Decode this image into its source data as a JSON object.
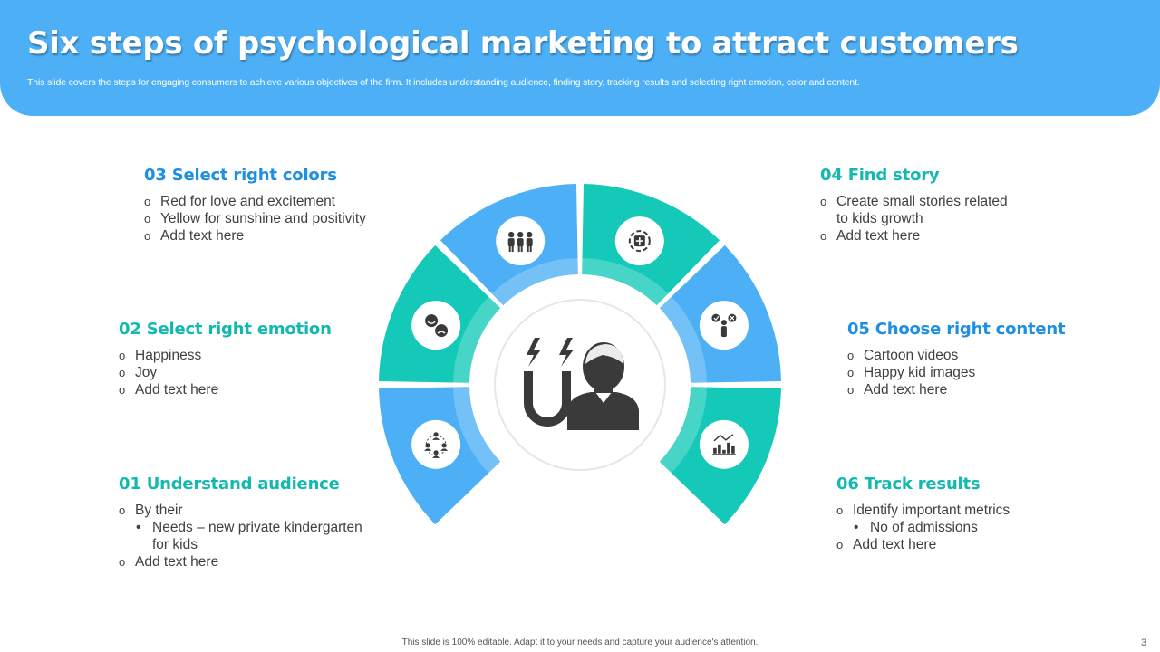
{
  "title": "Six steps of psychological marketing to attract customers",
  "subtitle": "This slide covers the steps for engaging consumers to achieve various objectives of the firm. It includes understanding audience, finding story, tracking results and selecting right emotion, color and content.",
  "colors": {
    "header": "#4db0f7",
    "blue": "#4db0f7",
    "teal": "#14c9b8",
    "title_blue": "#1e8fe1",
    "title_teal": "#13b9b0",
    "icon_dark": "#3a3a3a"
  },
  "center_icon": "magnet-and-person-icon",
  "steps": [
    {
      "title": "01 Understand audience",
      "icon": "people-network-icon",
      "line1": "By their",
      "sub1": "Needs – new private kindergarten",
      "sub1_cont": "for kids",
      "line2": "Add text here"
    },
    {
      "title": "02 Select right emotion",
      "icon": "emoji-faces-icon",
      "line1": "Happiness",
      "line2": "Joy",
      "line3": "Add text here"
    },
    {
      "title": "03 Select right colors",
      "icon": "group-people-icon",
      "line1": "Red for love and excitement",
      "line2": "Yellow for sunshine and positivity",
      "line3": "Add text here"
    },
    {
      "title": "04 Find story",
      "icon": "focus-target-icon",
      "line1": "Create small stories related",
      "line1_cont": "to kids growth",
      "line2": "Add text here"
    },
    {
      "title": "05 Choose right content",
      "icon": "person-decision-icon",
      "line1": "Cartoon videos",
      "line2": "Happy kid images",
      "line3": "Add text here"
    },
    {
      "title": "06 Track results",
      "icon": "bar-chart-icon",
      "line1": "Identify important metrics",
      "sub1": "No of admissions",
      "line2": "Add text here"
    }
  ],
  "footer": "This slide is 100% editable. Adapt it to your needs and capture your audience's attention.",
  "page_number": "3"
}
